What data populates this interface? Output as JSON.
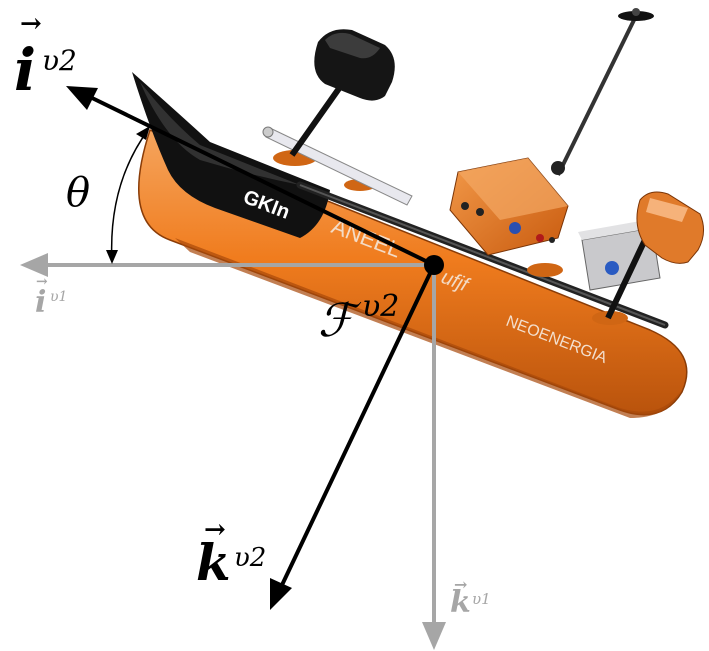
{
  "hull_text": {
    "logo": "GKIn",
    "aneel": "ANEEL",
    "ufjf": "ufjf",
    "neoenergia": "NEOENERGIA"
  },
  "labels": {
    "i_v2_base": "i",
    "i_v2_sup": "υ2",
    "i_v1_base": "i",
    "i_v1_sup": "υ1",
    "k_v2_base": "k",
    "k_v2_sup": "υ2",
    "k_v1_base": "k",
    "k_v1_sup": "υ1",
    "frame_base": "ℱ",
    "frame_sup": "υ2",
    "angle": "θ"
  },
  "colors": {
    "hull_orange": "#f07c1e",
    "hull_dark_orange": "#c55a0b",
    "bow_black": "#111111",
    "body_frame_vectors": "#000000",
    "inertial_frame_vectors": "#a6a6a6"
  }
}
